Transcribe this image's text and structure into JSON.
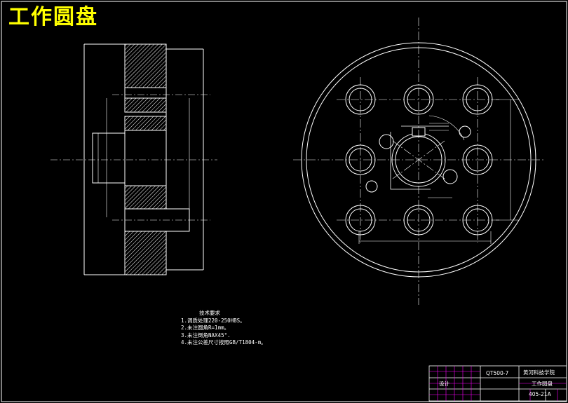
{
  "drawing": {
    "title": "工作圆盘",
    "border_color": "#ffffff",
    "center_line_color": "#ffffff",
    "hatch_color": "#ffffff"
  },
  "technical_requirements": {
    "header": "技术要求",
    "items": [
      "1.调质处理220-250HBS。",
      "2.未注圆角R=1mm。",
      "3.未注倒角NAX45°.",
      "4.未注公差尺寸按照GB/T1804-m。"
    ]
  },
  "title_block": {
    "material": "QT500-7",
    "school": "黄河科技学院",
    "part_name": "工作圆盘",
    "drawing_no": "405-21A",
    "designer_label": "设计"
  }
}
